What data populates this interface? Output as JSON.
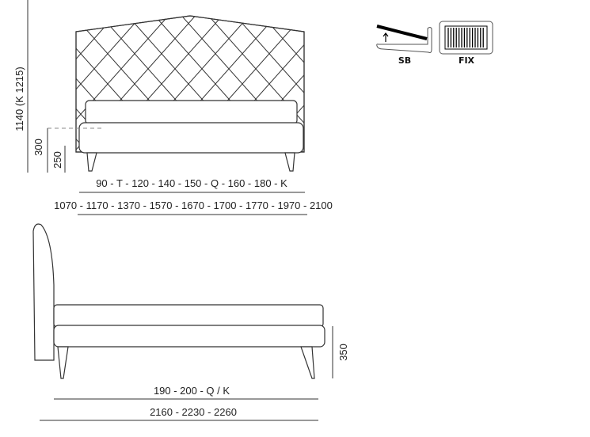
{
  "front_view": {
    "height_label": "1140 (K 1215)",
    "dim_300": "300",
    "dim_250": "250",
    "sizes_label": "90 - T - 120 - 140 - 150 - Q - 160 - 180 - K",
    "widths_label": "1070 - 1170 - 1370 - 1570 - 1670 - 1700 - 1770 - 1970 - 2100"
  },
  "side_view": {
    "height_label": "350",
    "lengths_label": "190 - 200 - Q / K",
    "totals_label": "2160 - 2230 - 2260"
  },
  "options": [
    {
      "icon": "storage-bed-icon",
      "label": "SB"
    },
    {
      "icon": "fixed-slats-icon",
      "label": "FIX"
    }
  ]
}
